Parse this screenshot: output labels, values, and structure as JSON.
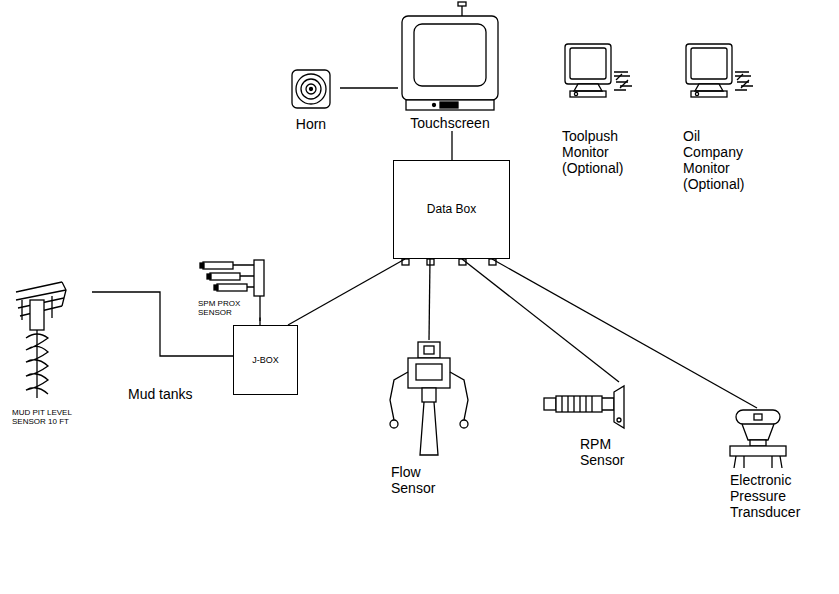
{
  "diagram": {
    "nodes": [
      {
        "text": [
          "Horn"
        ]
      },
      {
        "text": [
          "Touchscreen"
        ]
      },
      {
        "text": [
          "Toolpush Monitor (Optional)"
        ]
      },
      {
        "text": [
          "Oil Company Monitor (Optional)"
        ]
      },
      {
        "text": [
          "Data Box"
        ]
      },
      {
        "text": [
          "SPM PROX SENSOR"
        ]
      },
      {
        "text": [
          "J-BOX"
        ]
      },
      {
        "text": [
          "MUD PIT LEVEL SENSOR 10 FT"
        ]
      },
      {
        "text": [
          "Flow Sensor"
        ]
      },
      {
        "text": [
          "RPM Sensor"
        ]
      },
      {
        "text": [
          "Electronic Pressure Transducer"
        ]
      }
    ],
    "edges": [
      {
        "from": 0,
        "to": 1,
        "arrow": "none"
      },
      {
        "from": 1,
        "to": 4,
        "arrow": "none"
      },
      {
        "from": 4,
        "to": 6,
        "arrow": "none"
      },
      {
        "from": 4,
        "to": 8,
        "arrow": "none"
      },
      {
        "from": 4,
        "to": 9,
        "arrow": "none"
      },
      {
        "from": 4,
        "to": 10,
        "arrow": "none"
      },
      {
        "from": 6,
        "to": 5,
        "arrow": "none"
      },
      {
        "from": 6,
        "to": 7,
        "arrow": "none"
      }
    ],
    "labels": [
      "Mud tanks"
    ]
  }
}
